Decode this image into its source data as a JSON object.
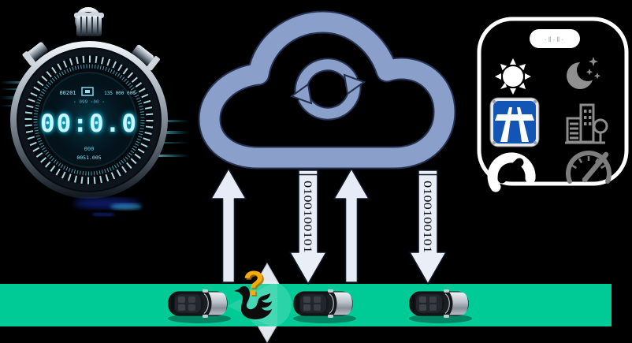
{
  "scene": {
    "background": "#000000",
    "road_color": "#00CB97",
    "cloud_color": "#8AA0CB",
    "arrow_fill": "#E6EBF5",
    "panel_border": "#FFFFFF",
    "icon_gray": "#8C8C8C",
    "motorway_blue": "#1355B4",
    "question_color": "#F5AB0A"
  },
  "stopwatch": {
    "main_display": "00:0.0",
    "top_left": "00201",
    "top_right": "135 000 000",
    "mid": "‹ 099 ‹00 ›",
    "bottom_1": "000",
    "bottom_2": "0051.005"
  },
  "cloud": {
    "icon": "sync-arrows-icon"
  },
  "arrows": {
    "up_1": "upload-arrow",
    "down_1_binary": "0100100101",
    "up_2": "upload-arrow",
    "down_2_binary": "0100100101"
  },
  "road": {
    "cars": [
      "car-1",
      "car-2",
      "car-3"
    ],
    "swan": {
      "icon": "black-swan-icon",
      "question_mark": "?"
    }
  },
  "odd_panel": {
    "pill_marks": "·‖·‖·",
    "icons": [
      "sun-icon",
      "moon-stars-icon",
      "motorway-sign-icon",
      "city-icon",
      "curvy-road-icon",
      "speedometer-icon"
    ]
  }
}
